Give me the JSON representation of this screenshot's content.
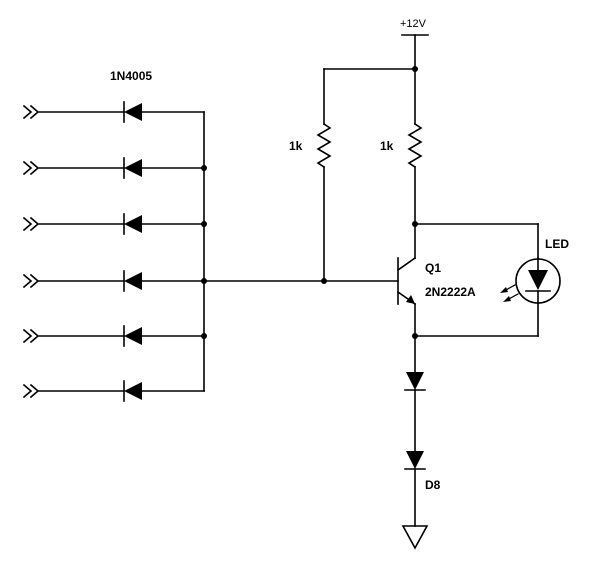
{
  "labels": {
    "supply": "+12V",
    "input_diodes": "1N4005",
    "r_base": "1k",
    "r_collector": "1k",
    "transistor_ref": "Q1",
    "transistor_part": "2N2222A",
    "led": "LED",
    "diode_drop": "D8"
  },
  "inputs": {
    "count": 6
  }
}
